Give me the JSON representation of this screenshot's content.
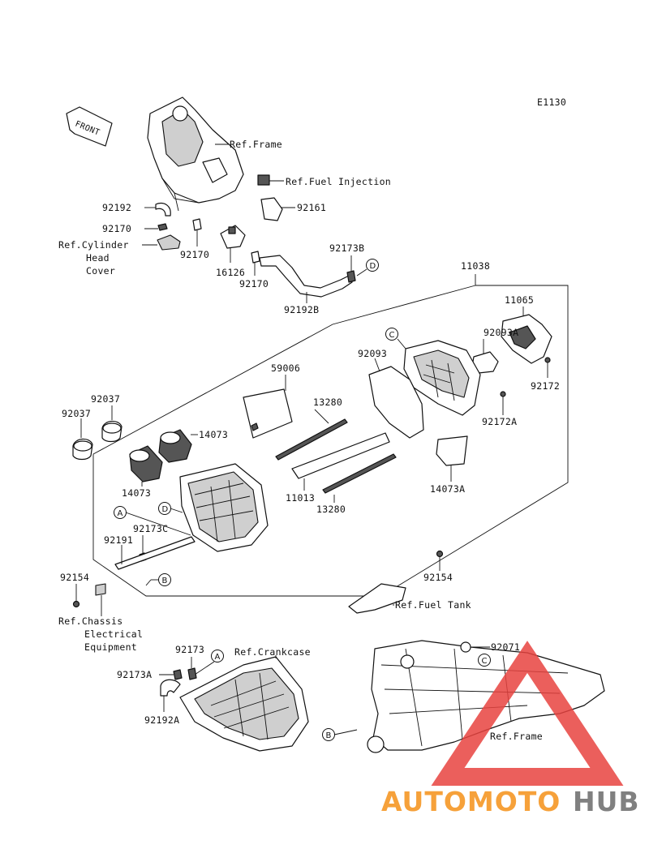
{
  "diagram_code": "E1130",
  "front_label": "FRONT",
  "labels": {
    "ref_frame_top": "Ref.Frame",
    "ref_fuel_injection": "Ref.Fuel Injection",
    "p92192": "92192",
    "p92161": "92161",
    "p92170_a": "92170",
    "ref_cyl_1": "Ref.Cylinder",
    "ref_cyl_2": "Head",
    "ref_cyl_3": "Cover",
    "p92170_b": "92170",
    "p16126": "16126",
    "p92170_c": "92170",
    "p92173b": "92173B",
    "p92192b": "92192B",
    "p11038": "11038",
    "p11065": "11065",
    "p92093a": "92093A",
    "p92093": "92093",
    "p92172": "92172",
    "p59006": "59006",
    "p13280_a": "13280",
    "p92172a": "92172A",
    "p92037_a": "92037",
    "p92037_b": "92037",
    "p14073_a": "14073",
    "p14073_b": "14073",
    "p11013": "11013",
    "p13280_b": "13280",
    "p14073a": "14073A",
    "p92173c": "92173C",
    "p92191": "92191",
    "p92154_a": "92154",
    "p92154_b": "92154",
    "ref_fuel_tank": "Ref.Fuel Tank",
    "ref_chassis_1": "Ref.Chassis",
    "ref_chassis_2": "Electrical",
    "ref_chassis_3": "Equipment",
    "p92173": "92173",
    "ref_crankcase": "Ref.Crankcase",
    "p92173a": "92173A",
    "p92192a": "92192A",
    "p92071": "92071",
    "ref_frame_bottom": "Ref.Frame"
  },
  "callouts": {
    "c1": "C",
    "c2": "C",
    "d1": "D",
    "d2": "D",
    "a1": "A",
    "a2": "A",
    "b1": "B",
    "b2": "B"
  },
  "watermark": {
    "brand_a": "AUTOMOTO",
    "brand_b": "HUB",
    "color_triangle": "#e8433f",
    "color_text_a": "#f6a13a",
    "color_text_b": "#808080"
  }
}
